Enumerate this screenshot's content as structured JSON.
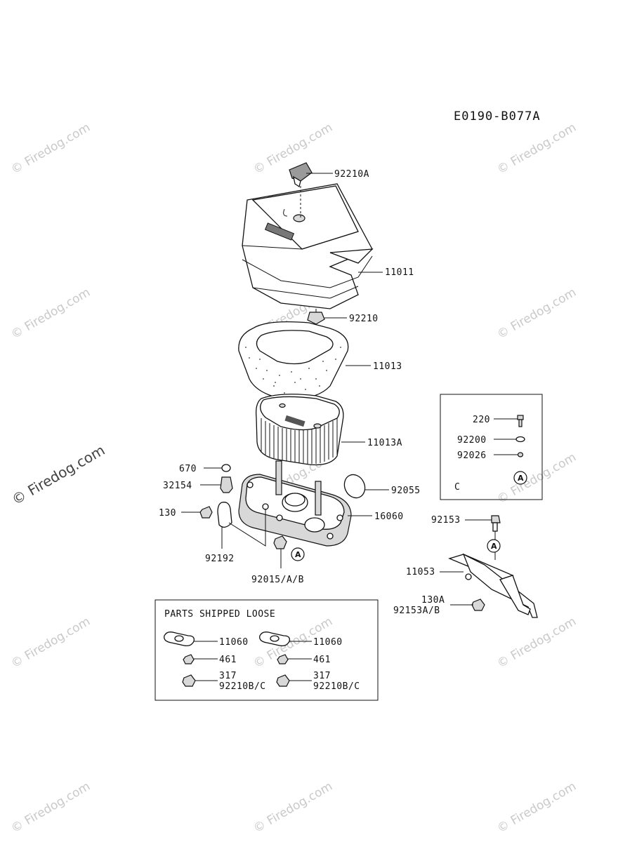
{
  "diagram_code": "E0190-B077A",
  "watermark_text": "© Firedog.com",
  "parts": {
    "p92210A": "92210A",
    "p11011": "11011",
    "p92210": "92210",
    "p11013": "11013",
    "p11013A": "11013A",
    "p92055": "92055",
    "p16060": "16060",
    "p670": "670",
    "p32154": "32154",
    "p130": "130",
    "p92192": "92192",
    "p92015": "92015/A/B",
    "p92153": "92153",
    "p11053": "11053",
    "p130A": "130A",
    "p92153AB": "92153A/B"
  },
  "inset_c": {
    "label": "C",
    "p220": "220",
    "p92200": "92200",
    "p92026": "92026"
  },
  "loose": {
    "title": "PARTS SHIPPED LOOSE",
    "left": {
      "p11060": "11060",
      "p461": "461",
      "p317": "317",
      "p92210BC": "92210B/C"
    },
    "right": {
      "p11060": "11060",
      "p461": "461",
      "p317": "317",
      "p92210BC": "92210B/C"
    }
  },
  "ref_marker": "A"
}
